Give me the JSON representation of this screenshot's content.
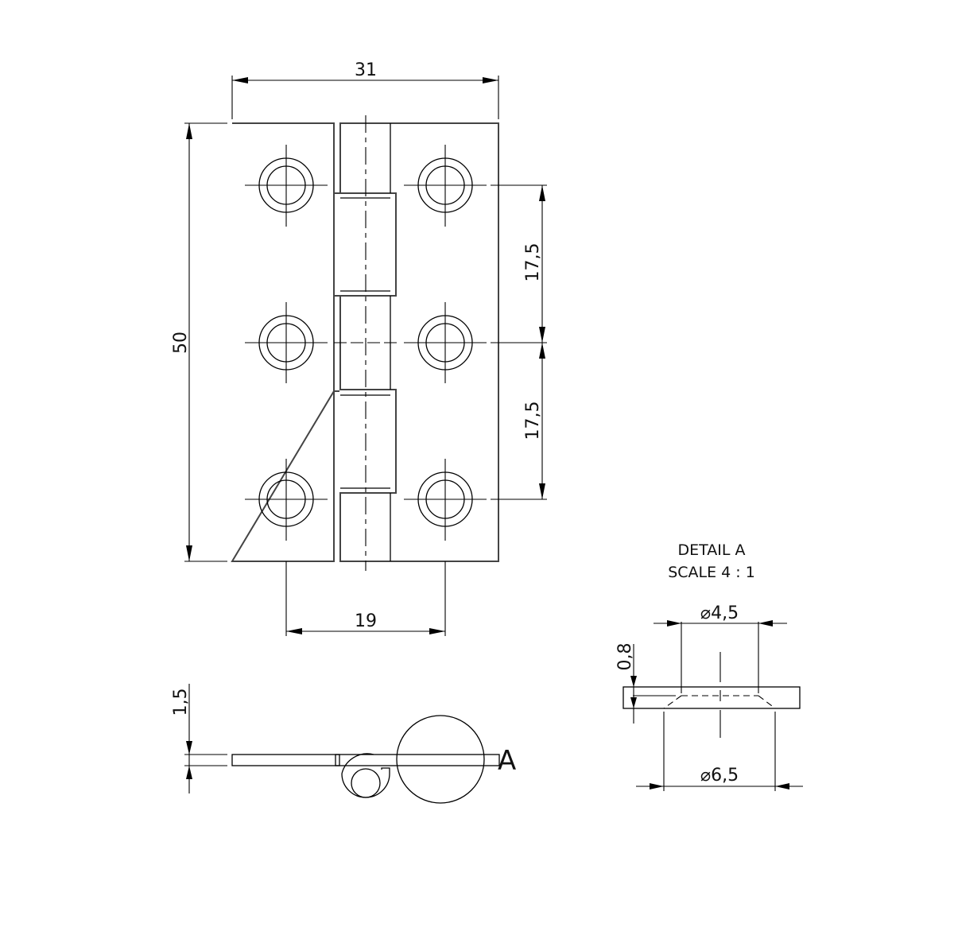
{
  "drawing": {
    "subject": "butt hinge",
    "line_color": "#000000",
    "background": "#ffffff"
  },
  "front_view": {
    "overall_width": "31",
    "overall_height": "50",
    "hole_spacing_horizontal": "19",
    "hole_spacing_vertical_upper": "17,5",
    "hole_spacing_vertical_lower": "17,5",
    "holes_count": 6
  },
  "side_view": {
    "thickness": "1,5",
    "detail_callout": "A"
  },
  "detail": {
    "title": "DETAIL A",
    "scale": "SCALE 4 : 1",
    "thickness": "0,8",
    "inner_diameter_symbol": "⌀",
    "inner_diameter": "4,5",
    "outer_diameter_symbol": "⌀",
    "outer_diameter": "6,5"
  }
}
